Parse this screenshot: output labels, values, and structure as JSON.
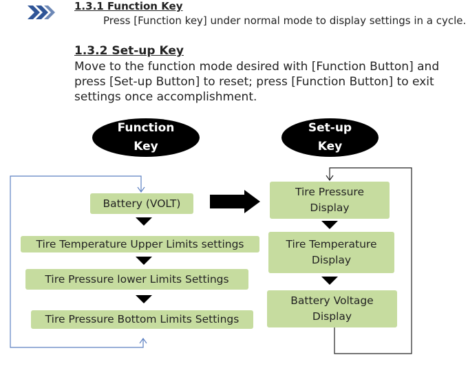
{
  "section_1": {
    "heading": "1.3.1 Function Key",
    "text": "Press [Function key] under normal mode to display settings in a cycle."
  },
  "section_2": {
    "heading": "1.3.2 Set-up Key",
    "text": " Move to the function mode desired with [Function Button] and press [Set-up Button] to reset; press [Function Button] to exit settings once accomplishment."
  },
  "function_flow": {
    "header": "Function\nKey",
    "steps": [
      "Battery (VOLT)",
      "Tire Temperature Upper Limits settings",
      "Tire Pressure lower Limits Settings",
      "Tire Pressure Bottom Limits Settings"
    ]
  },
  "setup_flow": {
    "header": "Set-up\nKey",
    "steps": [
      "Tire Pressure\nDisplay",
      "Tire Temperature\nDisplay",
      "Battery Voltage\nDisplay"
    ]
  },
  "colors": {
    "box_fill": "#c6dc9f",
    "connector_blue": "#5b7fc1",
    "accent_blue": "#2f5597"
  },
  "icons": [
    "double-chevron-icon",
    "right-arrow-icon",
    "down-triangle-icon"
  ]
}
